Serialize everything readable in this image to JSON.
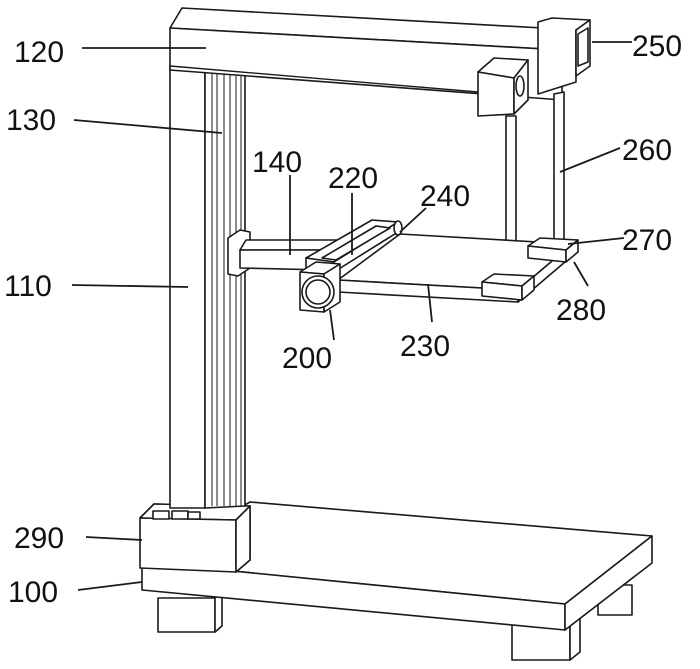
{
  "labels": {
    "l120": "120",
    "l130": "130",
    "l110": "110",
    "l140": "140",
    "l220": "220",
    "l240": "240",
    "l250": "250",
    "l260": "260",
    "l270": "270",
    "l280": "280",
    "l230": "230",
    "l200": "200",
    "l290": "290",
    "l100": "100"
  }
}
